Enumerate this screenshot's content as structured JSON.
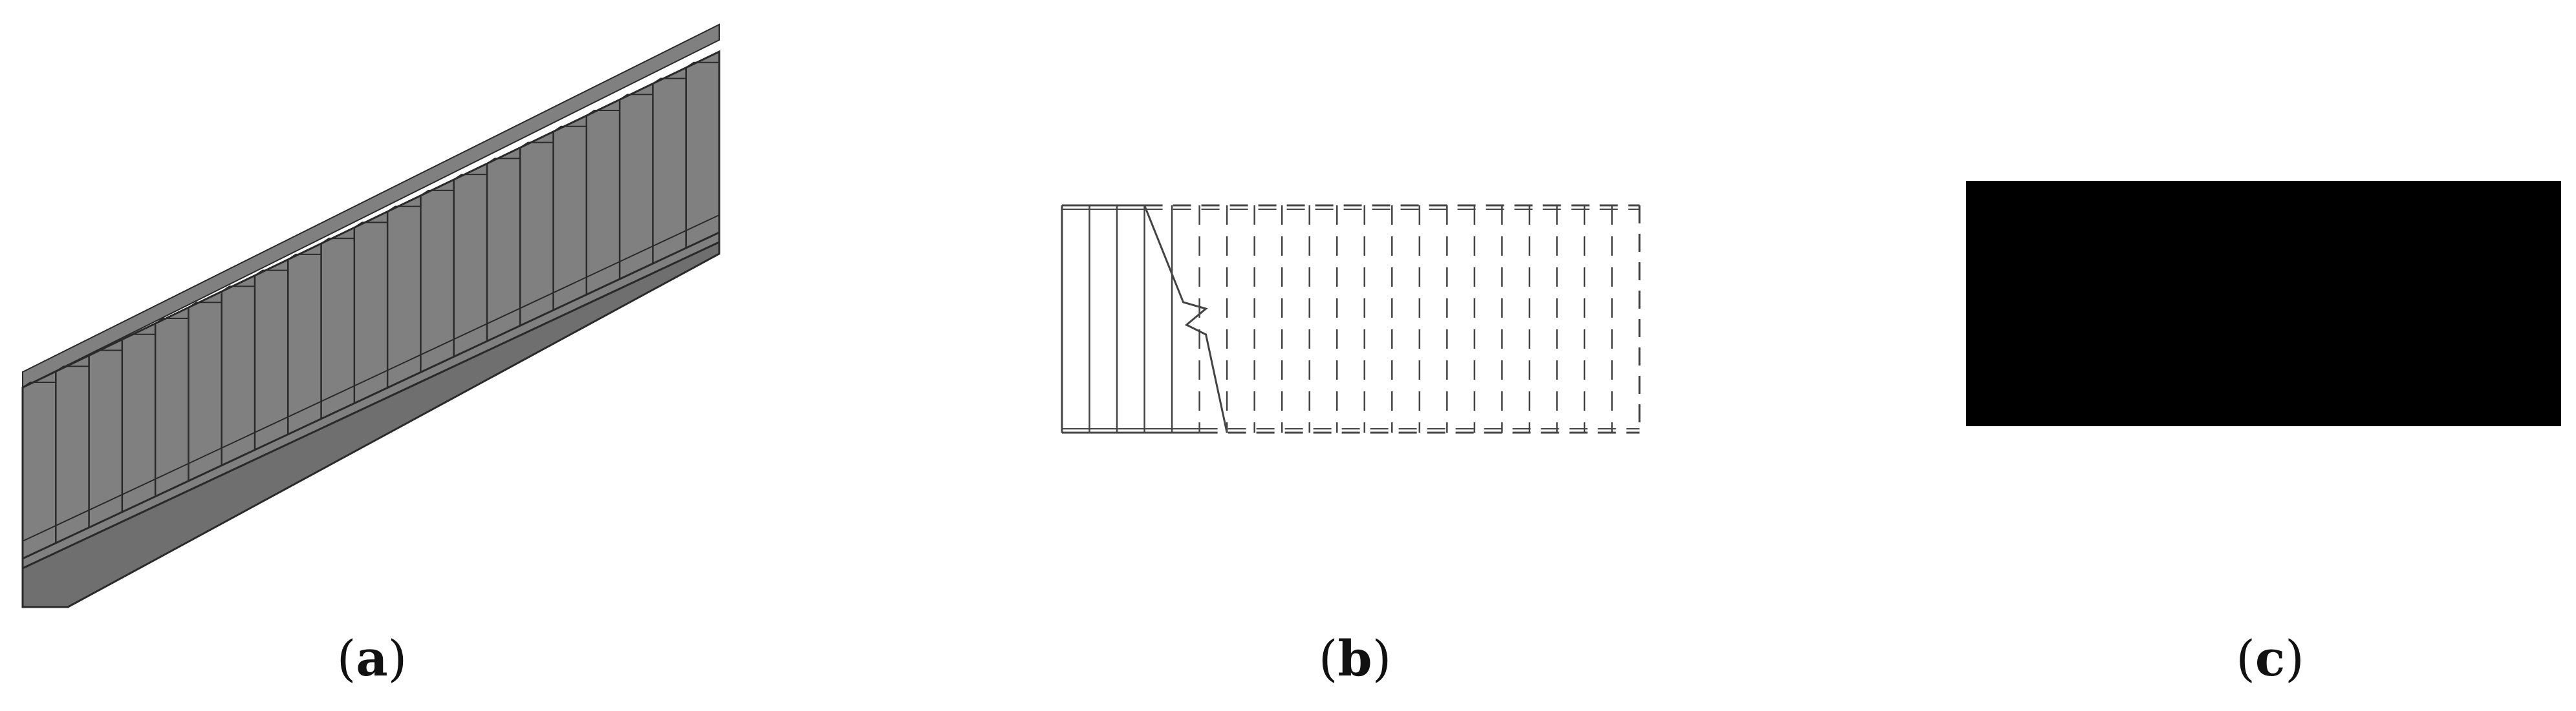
{
  "panels": [
    {
      "id": "a",
      "caption_open": "(",
      "caption_letter": "a",
      "caption_close": ")"
    },
    {
      "id": "b",
      "caption_open": "(",
      "caption_letter": "b",
      "caption_close": ")"
    },
    {
      "id": "c",
      "caption_open": "(",
      "caption_letter": "c",
      "caption_close": ")"
    }
  ],
  "colors": {
    "stair_face": "#808080",
    "stair_line": "#2a2a2a",
    "plan_line": "#444444",
    "mask_fill": "#000000",
    "background": "#ffffff"
  },
  "stair": {
    "steps": 21
  }
}
